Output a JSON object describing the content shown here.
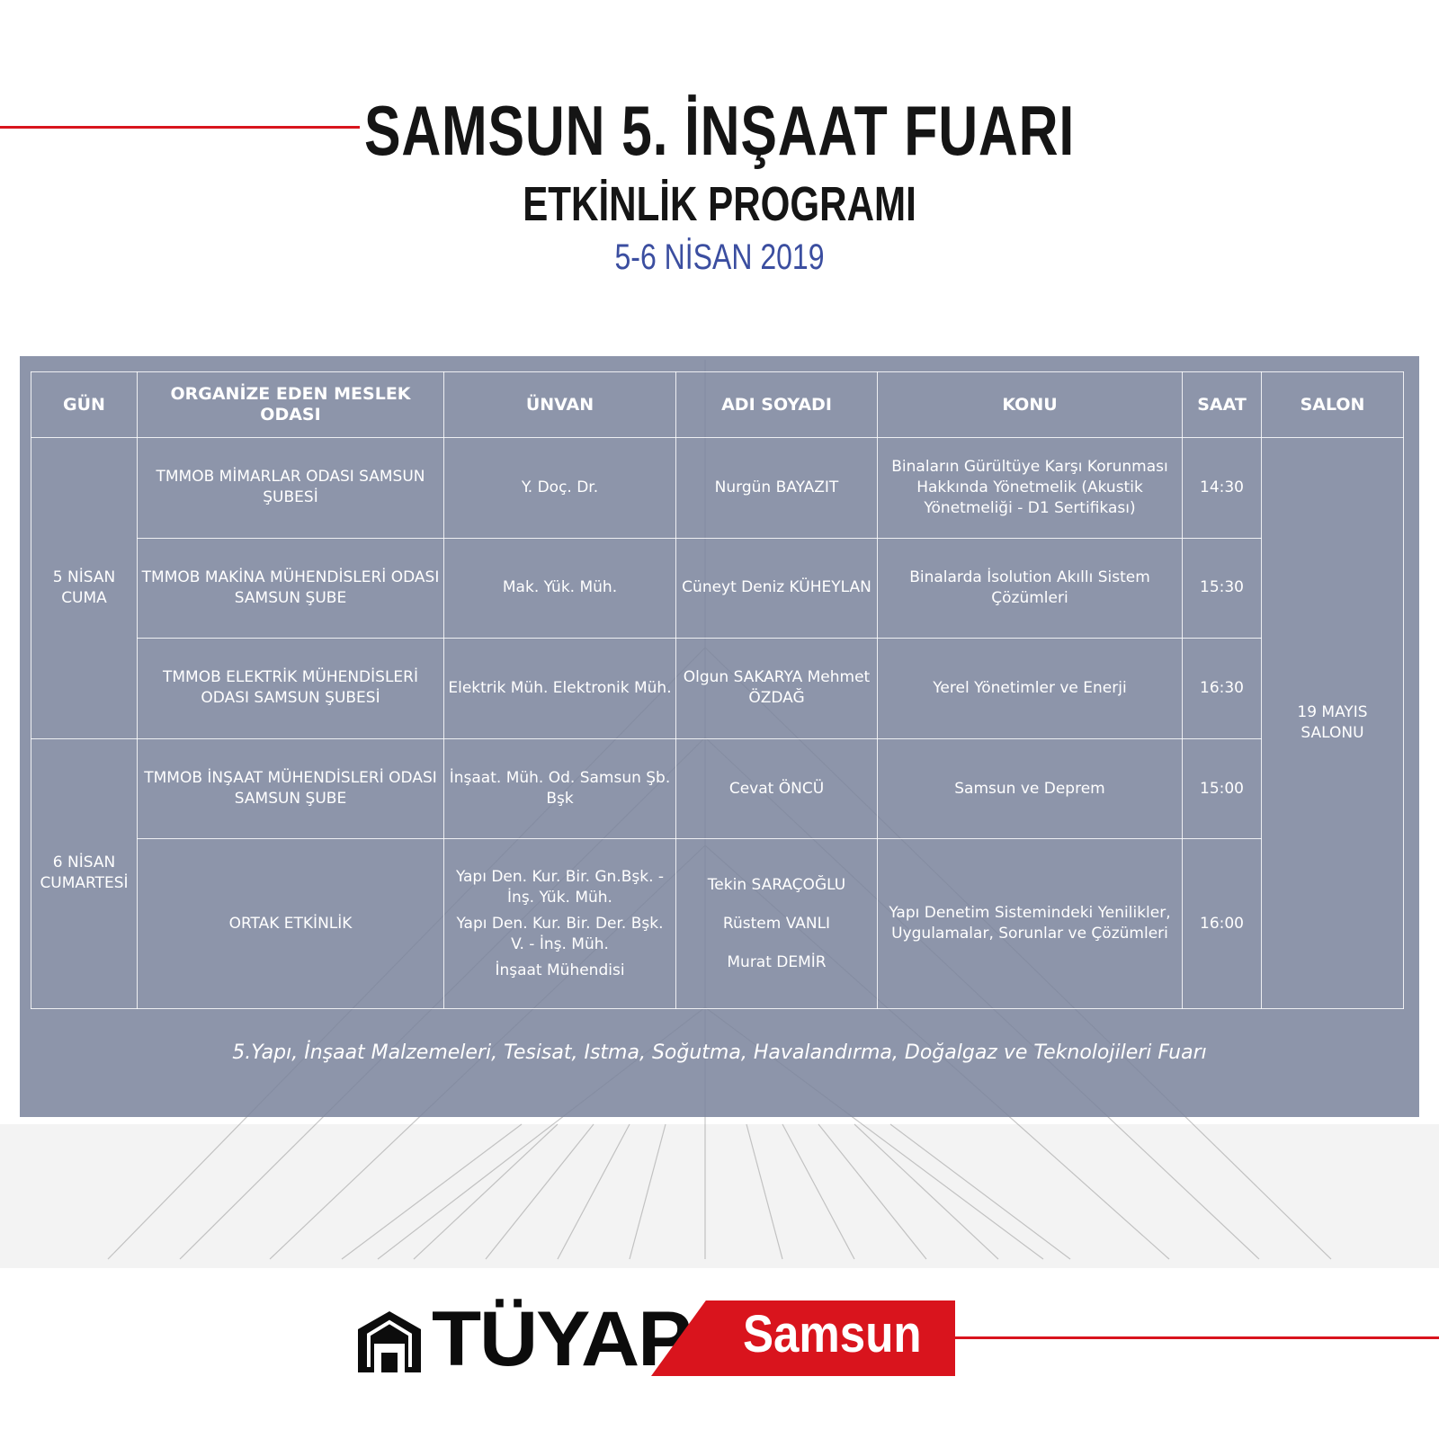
{
  "header": {
    "title": "SAMSUN 5. İNŞAAT FUARI",
    "subtitle": "ETKİNLİK PROGRAMI",
    "date": "5-6 NİSAN 2019"
  },
  "colors": {
    "accent_red": "#d9141d",
    "date_blue": "#3b4ea0",
    "panel": "#7a839c"
  },
  "table": {
    "columns": [
      "GÜN",
      "ORGANİZE EDEN MESLEK ODASI",
      "ÜNVAN",
      "ADI SOYADI",
      "KONU",
      "SAAT",
      "SALON"
    ],
    "days": [
      "5 NİSAN CUMA",
      "6 NİSAN CUMARTESİ"
    ],
    "salon": "19 MAYIS SALONU",
    "rows": [
      {
        "organizer": "TMMOB MİMARLAR ODASI SAMSUN ŞUBESİ",
        "title": "Y. Doç. Dr.",
        "name": "Nurgün BAYAZIT",
        "topic": "Binaların Gürültüye Karşı Korunması Hakkında Yönetmelik (Akustik Yönetmeliği - D1 Sertifikası)",
        "time": "14:30"
      },
      {
        "organizer": "TMMOB MAKİNA MÜHENDİSLERİ ODASI SAMSUN ŞUBE",
        "title": "Mak. Yük. Müh.",
        "name": "Cüneyt Deniz KÜHEYLAN",
        "topic": "Binalarda İsolution Akıllı Sistem Çözümleri",
        "time": "15:30"
      },
      {
        "organizer": "TMMOB ELEKTRİK MÜHENDİSLERİ ODASI SAMSUN ŞUBESİ",
        "title": "Elektrik Müh. Elektronik Müh.",
        "name": "Olgun SAKARYA Mehmet ÖZDAĞ",
        "topic": "Yerel Yönetimler ve Enerji",
        "time": "16:30"
      },
      {
        "organizer": "TMMOB İNŞAAT MÜHENDİSLERİ ODASI SAMSUN ŞUBE",
        "title": "İnşaat. Müh. Od. Samsun Şb. Bşk",
        "name": "Cevat ÖNCÜ",
        "topic": "Samsun ve Deprem",
        "time": "15:00"
      },
      {
        "organizer": "ORTAK ETKİNLİK",
        "titles": [
          "Yapı Den. Kur. Bir. Gn.Bşk. - İnş. Yük. Müh.",
          "Yapı Den. Kur. Bir. Der. Bşk. V. - İnş. Müh.",
          "İnşaat Mühendisi"
        ],
        "names": [
          "Tekin SARAÇOĞLU",
          "Rüstem VANLI",
          "Murat DEMİR"
        ],
        "topic": "Yapı Denetim Sistemindeki Yenilikler, Uygulamalar, Sorunlar ve Çözümleri",
        "time": "16:00"
      }
    ]
  },
  "footer_note": "5.Yapı, İnşaat Malzemeleri, Tesisat, Istma, Soğutma, Havalandırma, Doğalgaz ve Teknolojileri Fuarı",
  "logo": {
    "brand": "TÜYAP",
    "city": "Samsun"
  }
}
